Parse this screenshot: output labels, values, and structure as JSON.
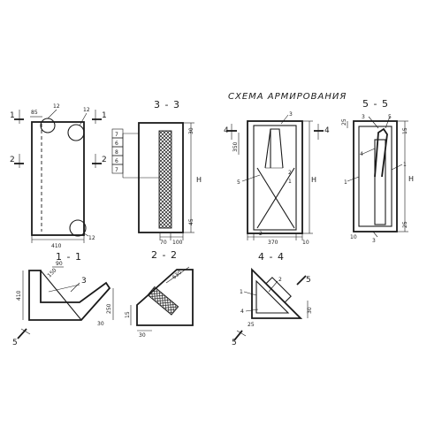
{
  "colors": {
    "ink": "#1a1a1a",
    "paper": "#ffffff"
  },
  "headings": {
    "scheme": "СХЕМА АРМИРОВАНИЯ",
    "s33": "3 - 3",
    "s55": "5 - 5",
    "s11": "1 - 1",
    "s22": "2 - 2",
    "s44": "4 - 4"
  },
  "elevation": {
    "width_dim": "410",
    "top_dim": "85",
    "callout_top": "12",
    "callout_right": "12",
    "callout_bottom": "12",
    "cut1_left": "1",
    "cut1_right": "1",
    "cut2_left": "2",
    "cut2_right": "2"
  },
  "section33": {
    "height_label": "H",
    "dim_top": "30",
    "dim_bottom": "45",
    "dim_b1": "70",
    "dim_b2": "100",
    "markers": [
      "7",
      "6",
      "8",
      "6",
      "7"
    ]
  },
  "scheme": {
    "height_label": "H",
    "dim_top": "350",
    "dim_width": "370",
    "dim_right": "10",
    "dim_left_lbl": "2",
    "mark_top": "3",
    "mark_left": "5",
    "mark_right_a": "2",
    "mark_right_b": "1",
    "cut4_left": "4",
    "cut4_right": "4"
  },
  "section55": {
    "height_label": "H",
    "mark_left": "1",
    "mark_mid": "4",
    "mark_top_l": "3",
    "mark_top_r": "5",
    "mark_right": "1",
    "mark_bottom": "3",
    "dim_top": "25",
    "dim_top2": "15",
    "dim_bottom": "25",
    "dim_bl": "10"
  },
  "section11": {
    "dim_top": "90",
    "dim_diag": "150",
    "dim_height": "410",
    "dim_right": "250",
    "dim_small": "30",
    "mark": "3",
    "cut": "5"
  },
  "section22": {
    "dim_diag": "630",
    "dim_left": "15",
    "dim_bottom": "30"
  },
  "section44": {
    "mark_1": "1",
    "mark_2": "2",
    "mark_4": "4",
    "mark_5": "5",
    "dim_r": "30",
    "dim_b": "25",
    "cut": "5"
  }
}
